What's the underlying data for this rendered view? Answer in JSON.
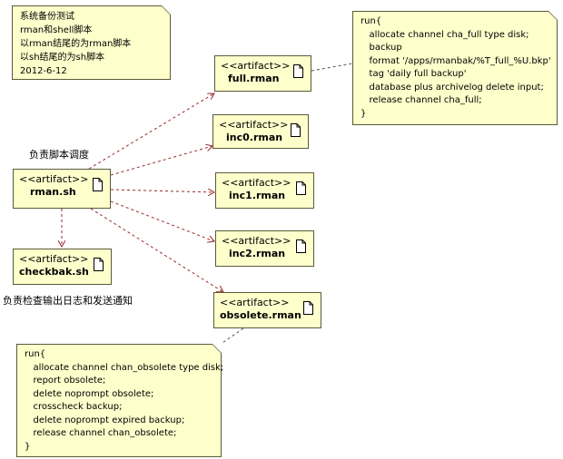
{
  "notes": {
    "header": {
      "lines": [
        "系统备份测试",
        "rman和shell脚本",
        "以rman结尾的为rman脚本",
        "以sh结尾的为sh脚本",
        "2012-6-12"
      ]
    },
    "full_backup": {
      "lines": [
        "run{",
        "   allocate channel cha_full type disk;",
        "   backup",
        "   format '/apps/rmanbak/%T_full_%U.bkp'",
        "   tag 'daily full backup'",
        "   database plus archivelog delete input;",
        "   release channel cha_full;",
        "}"
      ]
    },
    "obsolete": {
      "lines": [
        "run{",
        "   allocate channel chan_obsolete type disk;",
        "   report obsolete;",
        "   delete noprompt obsolete;",
        "   crosscheck backup;",
        "   delete noprompt expired backup;",
        "   release channel chan_obsolete;",
        "}"
      ]
    }
  },
  "artifacts": {
    "full_rman": {
      "stereotype": "<<artifact>>",
      "name": "full.rman"
    },
    "inc0_rman": {
      "stereotype": "<<artifact>>",
      "name": "inc0.rman"
    },
    "inc1_rman": {
      "stereotype": "<<artifact>>",
      "name": "inc1.rman"
    },
    "inc2_rman": {
      "stereotype": "<<artifact>>",
      "name": "inc2.rman"
    },
    "obsolete_rman": {
      "stereotype": "<<artifact>>",
      "name": "obsolete.rman"
    },
    "rman_sh": {
      "stereotype": "<<artifact>>",
      "name": "rman.sh"
    },
    "checkbak_sh": {
      "stereotype": "<<artifact>>",
      "name": "checkbak.sh"
    }
  },
  "labels": {
    "scheduler": "负责脚本调度",
    "checker": "负责检查输出日志和发送通知"
  }
}
